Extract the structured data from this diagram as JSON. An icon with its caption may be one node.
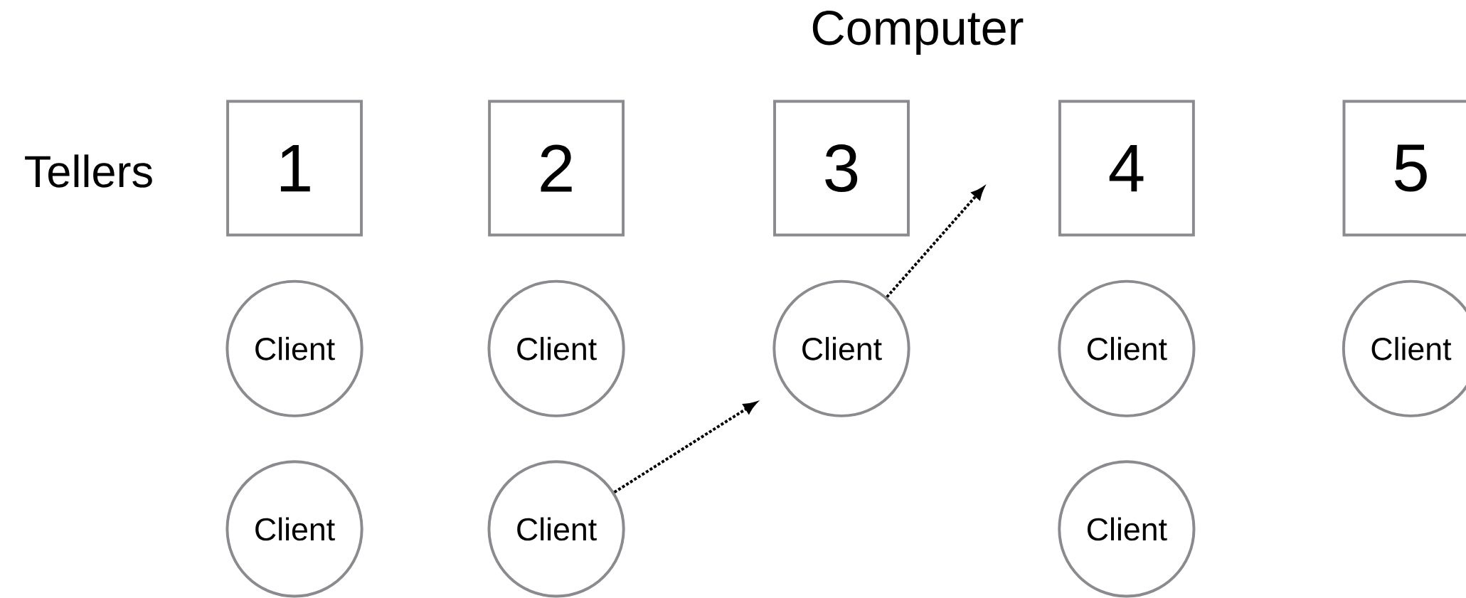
{
  "diagram": {
    "nodes": [
      {
        "text": [
          "1"
        ]
      },
      {
        "text": [
          "2"
        ]
      },
      {
        "text": [
          "3"
        ]
      },
      {
        "text": [
          "4"
        ]
      },
      {
        "text": [
          "5"
        ]
      },
      {
        "text": [
          "Client"
        ]
      },
      {
        "text": [
          "Client"
        ]
      },
      {
        "text": [
          "Client"
        ]
      },
      {
        "text": [
          "Client"
        ]
      },
      {
        "text": [
          "Client"
        ]
      },
      {
        "text": [
          "Client"
        ]
      },
      {
        "text": [
          "Client"
        ]
      },
      {
        "text": [
          "Client"
        ]
      }
    ],
    "edges": [
      {
        "from": 11,
        "to": 7,
        "arrow": "to",
        "style": "dashed"
      },
      {
        "from": 7,
        "to": null,
        "arrow": "to",
        "style": "dashed"
      }
    ],
    "labels": [
      "Computer",
      "Tellers"
    ]
  }
}
